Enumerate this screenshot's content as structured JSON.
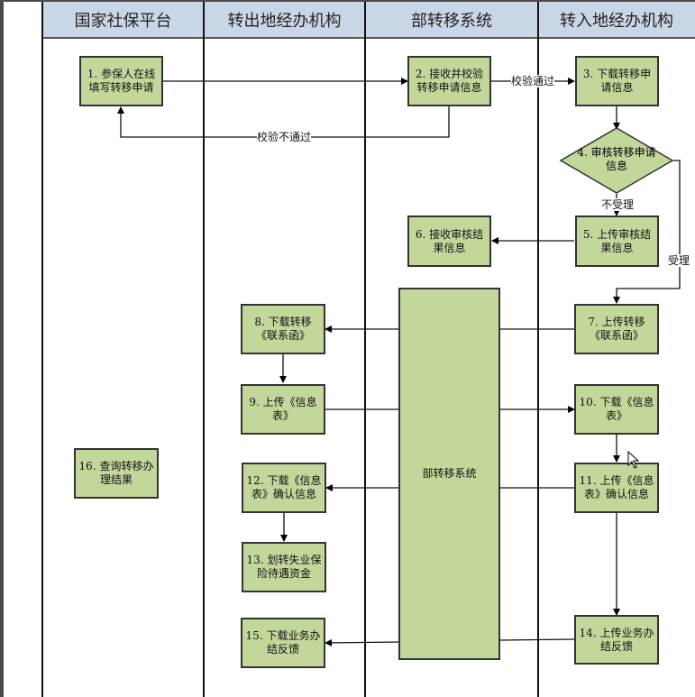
{
  "lanes": [
    {
      "title": "国家社保平台"
    },
    {
      "title": "转出地经办机构"
    },
    {
      "title": "部转移系统"
    },
    {
      "title": "转入地经办机构"
    }
  ],
  "steps": {
    "s1": "1. 参保人在线填写转移申请",
    "s2": "2. 接收并校验转移申请信息",
    "s3": "3. 下载转移申请信息",
    "s4": "4. 审核转移申请信息",
    "s5": "5. 上传审核结果信息",
    "s6": "6. 接收审核结果信息",
    "s7": "7. 上传转移《联系函》",
    "s8": "8. 下载转移《联系函》",
    "s9": "9. 上传《信息表》",
    "s10": "10. 下载《信息表》",
    "s11": "11. 上传《信息表》确认信息",
    "s12": "12. 下载《信息表》确认信息",
    "s13": "13. 划转失业保险待遇资金",
    "s14": "14. 上传业务办结反馈",
    "s15": "15. 下载业务办结反馈",
    "s16": "16. 查询转移办理结果",
    "system": "部转移系统"
  },
  "labels": {
    "pass": "校验通过",
    "fail": "校验不通过",
    "reject": "不受理",
    "accept": "受理"
  },
  "colors": {
    "box_fill": "#c4d79b",
    "header_fill": "#c9d6e6"
  }
}
